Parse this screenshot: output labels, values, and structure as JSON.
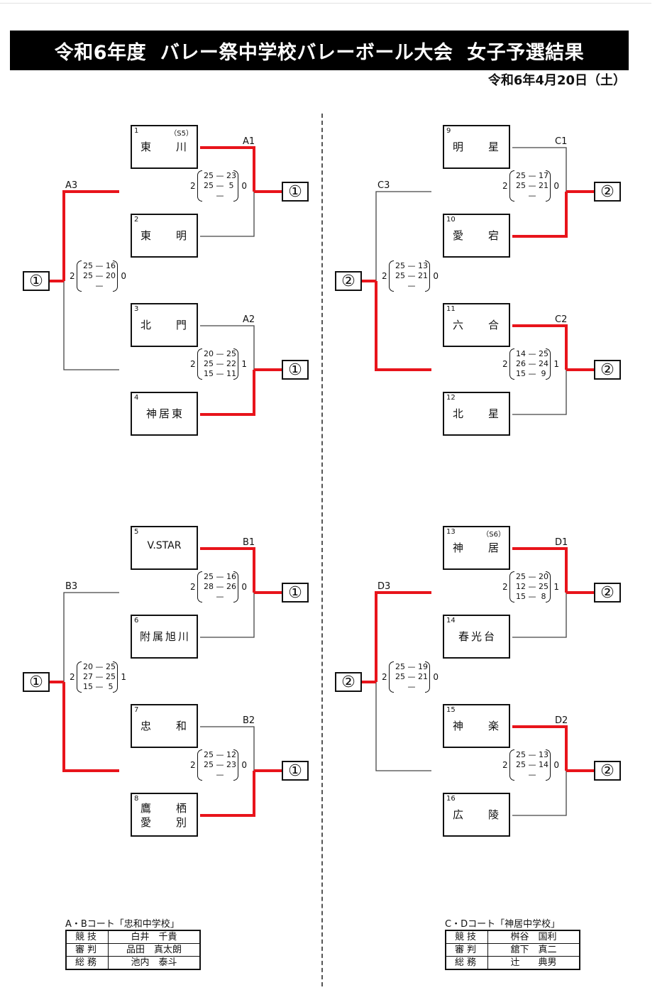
{
  "header": {
    "title": "令和6年度  バレー祭中学校バレーボール大会  女子予選結果",
    "date": "令和6年4月20日（土）"
  },
  "colors": {
    "winner_line": "#e8141b",
    "loser_line": "#444444",
    "text": "#111111"
  },
  "blocks": [
    {
      "id": "A",
      "final_label": "A3",
      "final_score": {
        "left_sets": "2",
        "right_sets": "0",
        "games": [
          [
            "25",
            "16"
          ],
          [
            "25",
            "20"
          ],
          [
            "",
            ""
          ]
        ]
      },
      "final_rank": "①",
      "final_winner": "top",
      "matches": [
        {
          "label": "A1",
          "winner": "top",
          "rank": "①",
          "score": {
            "left_sets": "2",
            "right_sets": "0",
            "games": [
              [
                "25",
                "23"
              ],
              [
                "25",
                "5"
              ],
              [
                "",
                ""
              ]
            ]
          },
          "teams": [
            {
              "no": "1",
              "seed": "（S5）",
              "name": "東　川"
            },
            {
              "no": "2",
              "seed": "",
              "name": "東　明"
            }
          ]
        },
        {
          "label": "A2",
          "winner": "bottom",
          "rank": "①",
          "score": {
            "left_sets": "2",
            "right_sets": "1",
            "games": [
              [
                "20",
                "25"
              ],
              [
                "25",
                "22"
              ],
              [
                "15",
                "11"
              ]
            ]
          },
          "teams": [
            {
              "no": "3",
              "seed": "",
              "name": "北　門"
            },
            {
              "no": "4",
              "seed": "",
              "name": "神居東"
            }
          ]
        }
      ]
    },
    {
      "id": "B",
      "final_label": "B3",
      "final_score": {
        "left_sets": "2",
        "right_sets": "1",
        "games": [
          [
            "20",
            "25"
          ],
          [
            "27",
            "25"
          ],
          [
            "15",
            "5"
          ]
        ]
      },
      "final_rank": "①",
      "final_winner": "bottom",
      "matches": [
        {
          "label": "B1",
          "winner": "top",
          "rank": "①",
          "score": {
            "left_sets": "2",
            "right_sets": "0",
            "games": [
              [
                "25",
                "16"
              ],
              [
                "28",
                "26"
              ],
              [
                "",
                ""
              ]
            ]
          },
          "teams": [
            {
              "no": "5",
              "seed": "",
              "name": "V.STAR"
            },
            {
              "no": "6",
              "seed": "",
              "name": "附属旭川"
            }
          ]
        },
        {
          "label": "B2",
          "winner": "bottom",
          "rank": "①",
          "score": {
            "left_sets": "2",
            "right_sets": "0",
            "games": [
              [
                "25",
                "12"
              ],
              [
                "25",
                "23"
              ],
              [
                "",
                ""
              ]
            ]
          },
          "teams": [
            {
              "no": "7",
              "seed": "",
              "name": "忠　和"
            },
            {
              "no": "8",
              "seed": "",
              "name": "鷹　栖\n愛　別"
            }
          ]
        }
      ]
    },
    {
      "id": "C",
      "final_label": "C3",
      "final_score": {
        "left_sets": "2",
        "right_sets": "0",
        "games": [
          [
            "25",
            "13"
          ],
          [
            "25",
            "21"
          ],
          [
            "",
            ""
          ]
        ]
      },
      "final_rank": "②",
      "final_winner": "bottom",
      "matches": [
        {
          "label": "C1",
          "winner": "bottom",
          "rank": "②",
          "score": {
            "left_sets": "2",
            "right_sets": "0",
            "games": [
              [
                "25",
                "17"
              ],
              [
                "25",
                "21"
              ],
              [
                "",
                ""
              ]
            ]
          },
          "teams": [
            {
              "no": "9",
              "seed": "",
              "name": "明　星"
            },
            {
              "no": "10",
              "seed": "",
              "name": "愛　宕"
            }
          ]
        },
        {
          "label": "C2",
          "winner": "top",
          "rank": "②",
          "score": {
            "left_sets": "2",
            "right_sets": "1",
            "games": [
              [
                "14",
                "25"
              ],
              [
                "26",
                "24"
              ],
              [
                "15",
                "9"
              ]
            ]
          },
          "teams": [
            {
              "no": "11",
              "seed": "",
              "name": "六　合"
            },
            {
              "no": "12",
              "seed": "",
              "name": "北　星"
            }
          ]
        }
      ]
    },
    {
      "id": "D",
      "final_label": "D3",
      "final_score": {
        "left_sets": "2",
        "right_sets": "0",
        "games": [
          [
            "25",
            "19"
          ],
          [
            "25",
            "21"
          ],
          [
            "",
            ""
          ]
        ]
      },
      "final_rank": "②",
      "final_winner": "top",
      "matches": [
        {
          "label": "D1",
          "winner": "top",
          "rank": "②",
          "score": {
            "left_sets": "2",
            "right_sets": "1",
            "games": [
              [
                "25",
                "20"
              ],
              [
                "12",
                "25"
              ],
              [
                "15",
                "8"
              ]
            ]
          },
          "teams": [
            {
              "no": "13",
              "seed": "（S6）",
              "name": "神　居"
            },
            {
              "no": "14",
              "seed": "",
              "name": "春光台"
            }
          ]
        },
        {
          "label": "D2",
          "winner": "top",
          "rank": "②",
          "score": {
            "left_sets": "2",
            "right_sets": "0",
            "games": [
              [
                "25",
                "13"
              ],
              [
                "25",
                "14"
              ],
              [
                "",
                ""
              ]
            ]
          },
          "teams": [
            {
              "no": "15",
              "seed": "",
              "name": "神　楽"
            },
            {
              "no": "16",
              "seed": "",
              "name": "広　陵"
            }
          ]
        }
      ]
    }
  ],
  "staff": [
    {
      "caption": "A・Bコート「忠和中学校」",
      "rows": [
        {
          "role": "競技",
          "person": "白井　千貴"
        },
        {
          "role": "審判",
          "person": "品田　真太朗"
        },
        {
          "role": "総務",
          "person": "池内　泰斗"
        }
      ]
    },
    {
      "caption": "C・Dコート「神居中学校」",
      "rows": [
        {
          "role": "競技",
          "person": "桝谷　国利"
        },
        {
          "role": "審判",
          "person": "舘下　真二"
        },
        {
          "role": "総務",
          "person": "辻　　典男"
        }
      ]
    }
  ]
}
